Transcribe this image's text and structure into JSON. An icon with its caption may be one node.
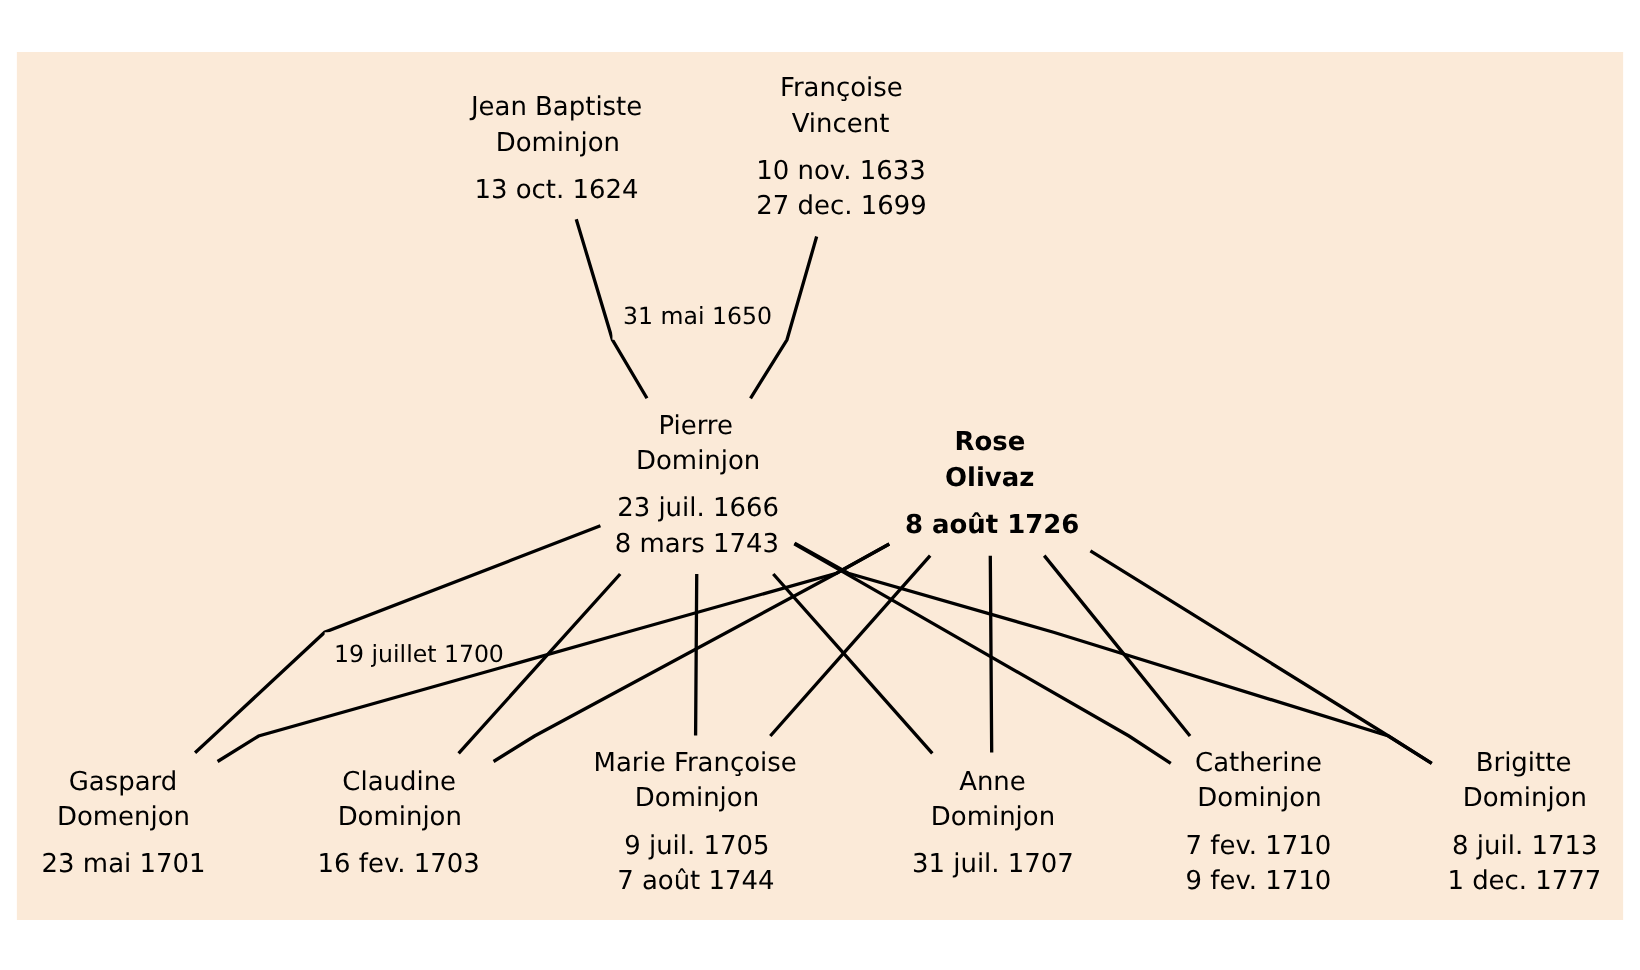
{
  "diagram": {
    "nodes": [
      {
        "text": [
          "Jean Baptiste Dominjon",
          "13 oct. 1624"
        ]
      },
      {
        "text": [
          "Françoise Vincent",
          "10 nov. 1633",
          "27 dec. 1699"
        ]
      },
      {
        "text": [
          "Pierre Dominjon",
          "23 juil. 1666",
          "8 mars 1743"
        ]
      },
      {
        "text": [
          "Rose Olivaz",
          "8 août 1726"
        ]
      },
      {
        "text": [
          "Gaspard Domenjon",
          "23 mai 1701"
        ]
      },
      {
        "text": [
          "Claudine Dominjon",
          "16 fev. 1703"
        ]
      },
      {
        "text": [
          "Marie Françoise Dominjon",
          "9 juil. 1705",
          "7 août 1744"
        ]
      },
      {
        "text": [
          "Anne Dominjon",
          "31 juil. 1707"
        ]
      },
      {
        "text": [
          "Catherine Dominjon",
          "7 fev. 1710",
          "9 fev. 1710"
        ]
      },
      {
        "text": [
          "Brigitte Dominjon",
          "8 juil. 1713",
          "1 dec. 1777"
        ]
      }
    ],
    "edges": [
      {
        "from": 0,
        "to": 2,
        "arrow": "none",
        "label": "31 mai 1650"
      },
      {
        "from": 1,
        "to": 2,
        "arrow": "none"
      },
      {
        "from": 2,
        "to": 4,
        "arrow": "none",
        "label": "19 juillet 1700"
      },
      {
        "from": 3,
        "to": 4,
        "arrow": "none"
      },
      {
        "from": 2,
        "to": 5,
        "arrow": "none"
      },
      {
        "from": 3,
        "to": 5,
        "arrow": "none"
      },
      {
        "from": 2,
        "to": 6,
        "arrow": "none"
      },
      {
        "from": 3,
        "to": 6,
        "arrow": "none"
      },
      {
        "from": 2,
        "to": 7,
        "arrow": "none"
      },
      {
        "from": 3,
        "to": 7,
        "arrow": "none"
      },
      {
        "from": 2,
        "to": 8,
        "arrow": "none"
      },
      {
        "from": 3,
        "to": 8,
        "arrow": "none"
      },
      {
        "from": 2,
        "to": 9,
        "arrow": "none"
      },
      {
        "from": 3,
        "to": 9,
        "arrow": "none"
      }
    ]
  }
}
